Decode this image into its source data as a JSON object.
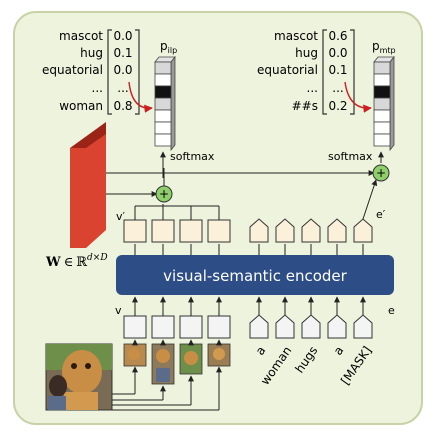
{
  "colors": {
    "panel_bg": "#eef3dd",
    "panel_border": "#c7d3a6",
    "encoder_fill": "#2c4d86",
    "encoder_text": "#ffffff",
    "token_fill": "#fbf0d9",
    "token_stroke": "#333333",
    "matrix_fill": "#d9432f",
    "matrix_side": "#9c2416",
    "plus_fill": "#8fcf6b",
    "arrow_red": "#cc1f1f",
    "prob_dark": "#111111",
    "prob_light": "#ffffff",
    "prob_gray": "#d8d8d8"
  },
  "left_head": {
    "words": [
      "mascot",
      "hug",
      "equatorial",
      "...",
      "woman"
    ],
    "values": [
      "0.0",
      "0.1",
      "0.0",
      "...",
      "0.8"
    ],
    "prob_label": "p",
    "prob_sub": "ilp"
  },
  "right_head": {
    "words": [
      "mascot",
      "hug",
      "equatorial",
      "...",
      "##s"
    ],
    "values": [
      "0.6",
      "0.0",
      "0.1",
      "...",
      "0.2"
    ],
    "prob_label": "p",
    "prob_sub": "mtp"
  },
  "softmax_label": "softmax",
  "plus_symbol": "+",
  "matrix": {
    "label_w": "W",
    "label_in": "∈",
    "label_R": "ℝ",
    "label_dims": "d×D"
  },
  "encoder_label": "visual-semantic encoder",
  "labels": {
    "v_prime": "v′",
    "e_prime": "e′",
    "v": "v",
    "e": "e"
  },
  "tokens": [
    "a",
    "woman",
    "hugs",
    "a",
    "[MASK]"
  ],
  "icons": {
    "photo": "photo-icon",
    "patch": "image-patch-icon"
  }
}
